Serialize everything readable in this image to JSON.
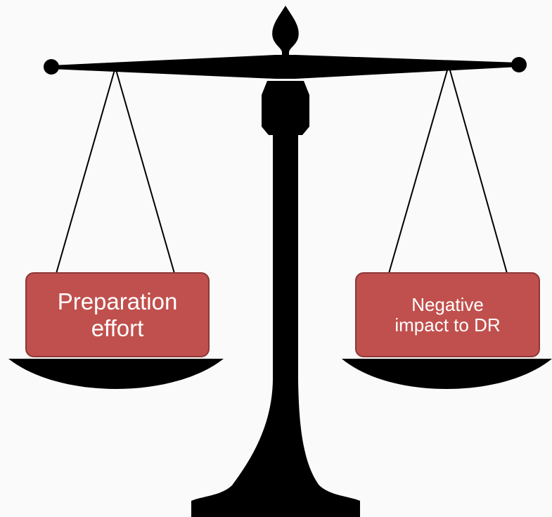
{
  "diagram": {
    "left_pan": {
      "label_lines": [
        "Preparation",
        "effort"
      ]
    },
    "right_pan": {
      "label_lines": [
        "Negative",
        "impact to DR"
      ]
    },
    "colors": {
      "silhouette": "#000000",
      "label_fill": "#c0504d",
      "label_border": "#8c3836",
      "label_text": "#ffffff",
      "background": "#fafafa"
    }
  }
}
